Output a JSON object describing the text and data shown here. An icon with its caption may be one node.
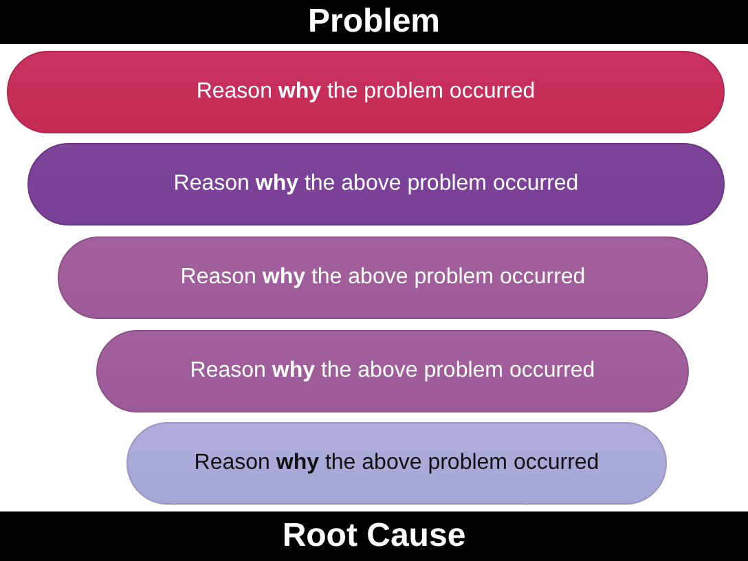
{
  "diagram": {
    "nodes": [
      {
        "text": [
          "Problem"
        ]
      },
      {
        "text": [
          "Reason **why** the problem occurred"
        ]
      },
      {
        "text": [
          "Reason **why** the above problem occurred"
        ]
      },
      {
        "text": [
          "Reason **why** the above problem occurred"
        ]
      },
      {
        "text": [
          "Reason **why** the above problem occurred"
        ]
      },
      {
        "text": [
          "Reason **why** the above problem occurred"
        ]
      },
      {
        "text": [
          "Root Cause"
        ]
      }
    ]
  }
}
